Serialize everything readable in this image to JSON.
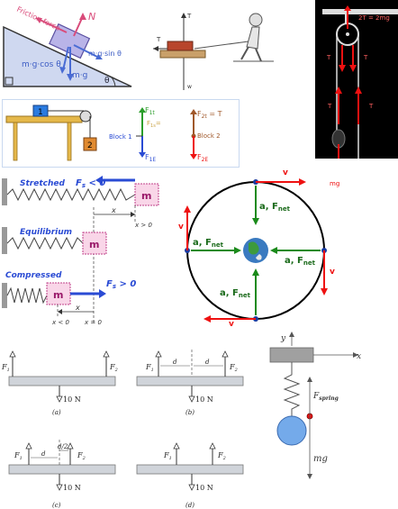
{
  "incline": {
    "friction": "Friction force",
    "normal": "N",
    "parallel": "m·g·sin θ",
    "perpendicular": "m·g·cos θ",
    "weight": "m·g",
    "angle": "θ"
  },
  "tugboat": {
    "top_label": "T",
    "tension_left": "T",
    "bottom_label": "w"
  },
  "pulley": {
    "top_label": "2T = 2mg",
    "t_left": "T",
    "t_right": "T",
    "t_left_low": "T",
    "t_right_low": "T",
    "weight": "mg"
  },
  "table": {
    "block1": "1",
    "block2": "2",
    "f1t": "F",
    "f1t_sub": "1t",
    "f1s": "F",
    "f1s_sub": "1s",
    "f1s_eq": "= ",
    "block1_label": "Block 1",
    "f1e": "F",
    "f1e_sub": "1E",
    "f2t": "F",
    "f2t_sub": "2t",
    "f2t_eq": " = T",
    "block2_label": "Block 2",
    "f2e": "F",
    "f2e_sub": "2E"
  },
  "springs": {
    "stretched": "Stretched",
    "stretched_force": "F",
    "stretched_force_sub": "s",
    "stretched_cond": " < 0",
    "equilibrium": "Equilibrium",
    "compressed": "Compressed",
    "compressed_force": "F",
    "compressed_force_sub": "s",
    "compressed_cond": " > 0",
    "mass": "m",
    "x_pos": "x > 0",
    "x_neg": "x < 0",
    "x_zero": "x = 0",
    "x_label": "x"
  },
  "circular": {
    "top": "a, F",
    "left": "a, F",
    "right": "a, F",
    "bottom": "a, F",
    "sub": "net",
    "v": "v"
  },
  "beams": {
    "f1": "F",
    "f1_sub": "1",
    "f2": "F",
    "f2_sub": "2",
    "weight": "10 N",
    "d": "d",
    "d_half": "d/2",
    "captions": [
      "(a)",
      "(b)",
      "(c)",
      "(d)"
    ]
  },
  "spring_mass": {
    "y": "y",
    "x": "x",
    "force": "F",
    "force_sub": "spring",
    "weight": "mg"
  }
}
